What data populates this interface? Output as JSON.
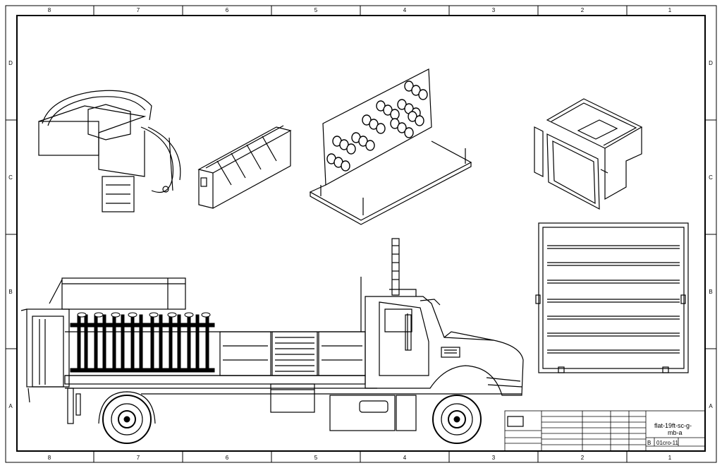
{
  "border": {
    "columns": [
      "8",
      "7",
      "6",
      "5",
      "4",
      "3",
      "2",
      "1"
    ],
    "rows": [
      "D",
      "C",
      "B",
      "A"
    ]
  },
  "title_block": {
    "drawing_name_line1": "flat-19ft-sc-g-",
    "drawing_name_line2": "mb-a",
    "size": "B",
    "sheet_id": "01cro-11"
  }
}
